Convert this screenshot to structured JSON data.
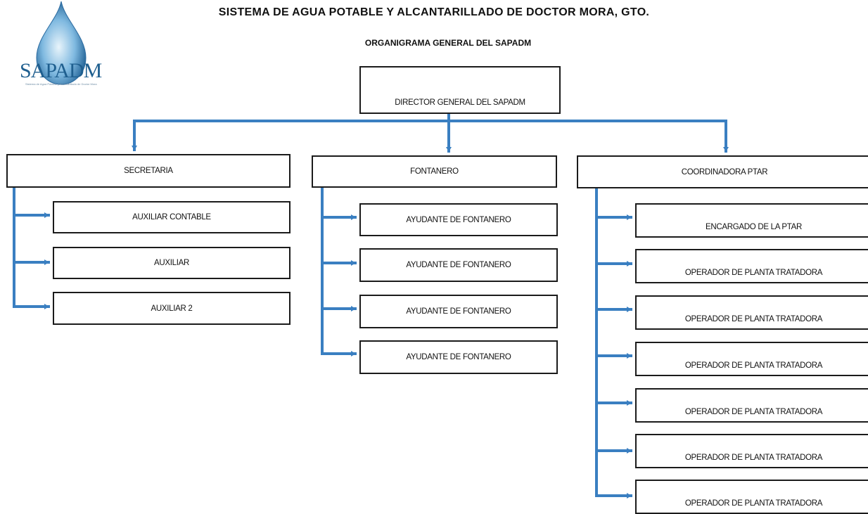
{
  "header": {
    "title": "SISTEMA DE AGUA POTABLE Y ALCANTARILLADO DE DOCTOR MORA, GTO.",
    "subtitle": "ORGANIGRAMA GENERAL DEL SAPADM"
  },
  "logo": {
    "text": "SAPADM",
    "tagline": "Sistema de Agua Potable y Alcantarillado de Doctor Mora"
  },
  "colors": {
    "connector": "#3a7fc1",
    "box_border": "#1b1b1b"
  },
  "org": {
    "root": "DIRECTOR GENERAL DEL SAPADM",
    "departments": [
      {
        "label": "SECRETARIA",
        "children": [
          "AUXILIAR CONTABLE",
          "AUXILIAR",
          "AUXILIAR 2"
        ]
      },
      {
        "label": "FONTANERO",
        "children": [
          "AYUDANTE DE FONTANERO",
          "AYUDANTE DE FONTANERO",
          "AYUDANTE DE FONTANERO",
          "AYUDANTE DE FONTANERO"
        ]
      },
      {
        "label": "COORDINADORA PTAR",
        "children": [
          "ENCARGADO DE LA PTAR",
          "OPERADOR DE PLANTA TRATADORA",
          "OPERADOR DE PLANTA TRATADORA",
          "OPERADOR DE PLANTA TRATADORA",
          "OPERADOR DE PLANTA TRATADORA",
          "OPERADOR DE PLANTA TRATADORA",
          "OPERADOR DE PLANTA TRATADORA"
        ]
      }
    ]
  }
}
